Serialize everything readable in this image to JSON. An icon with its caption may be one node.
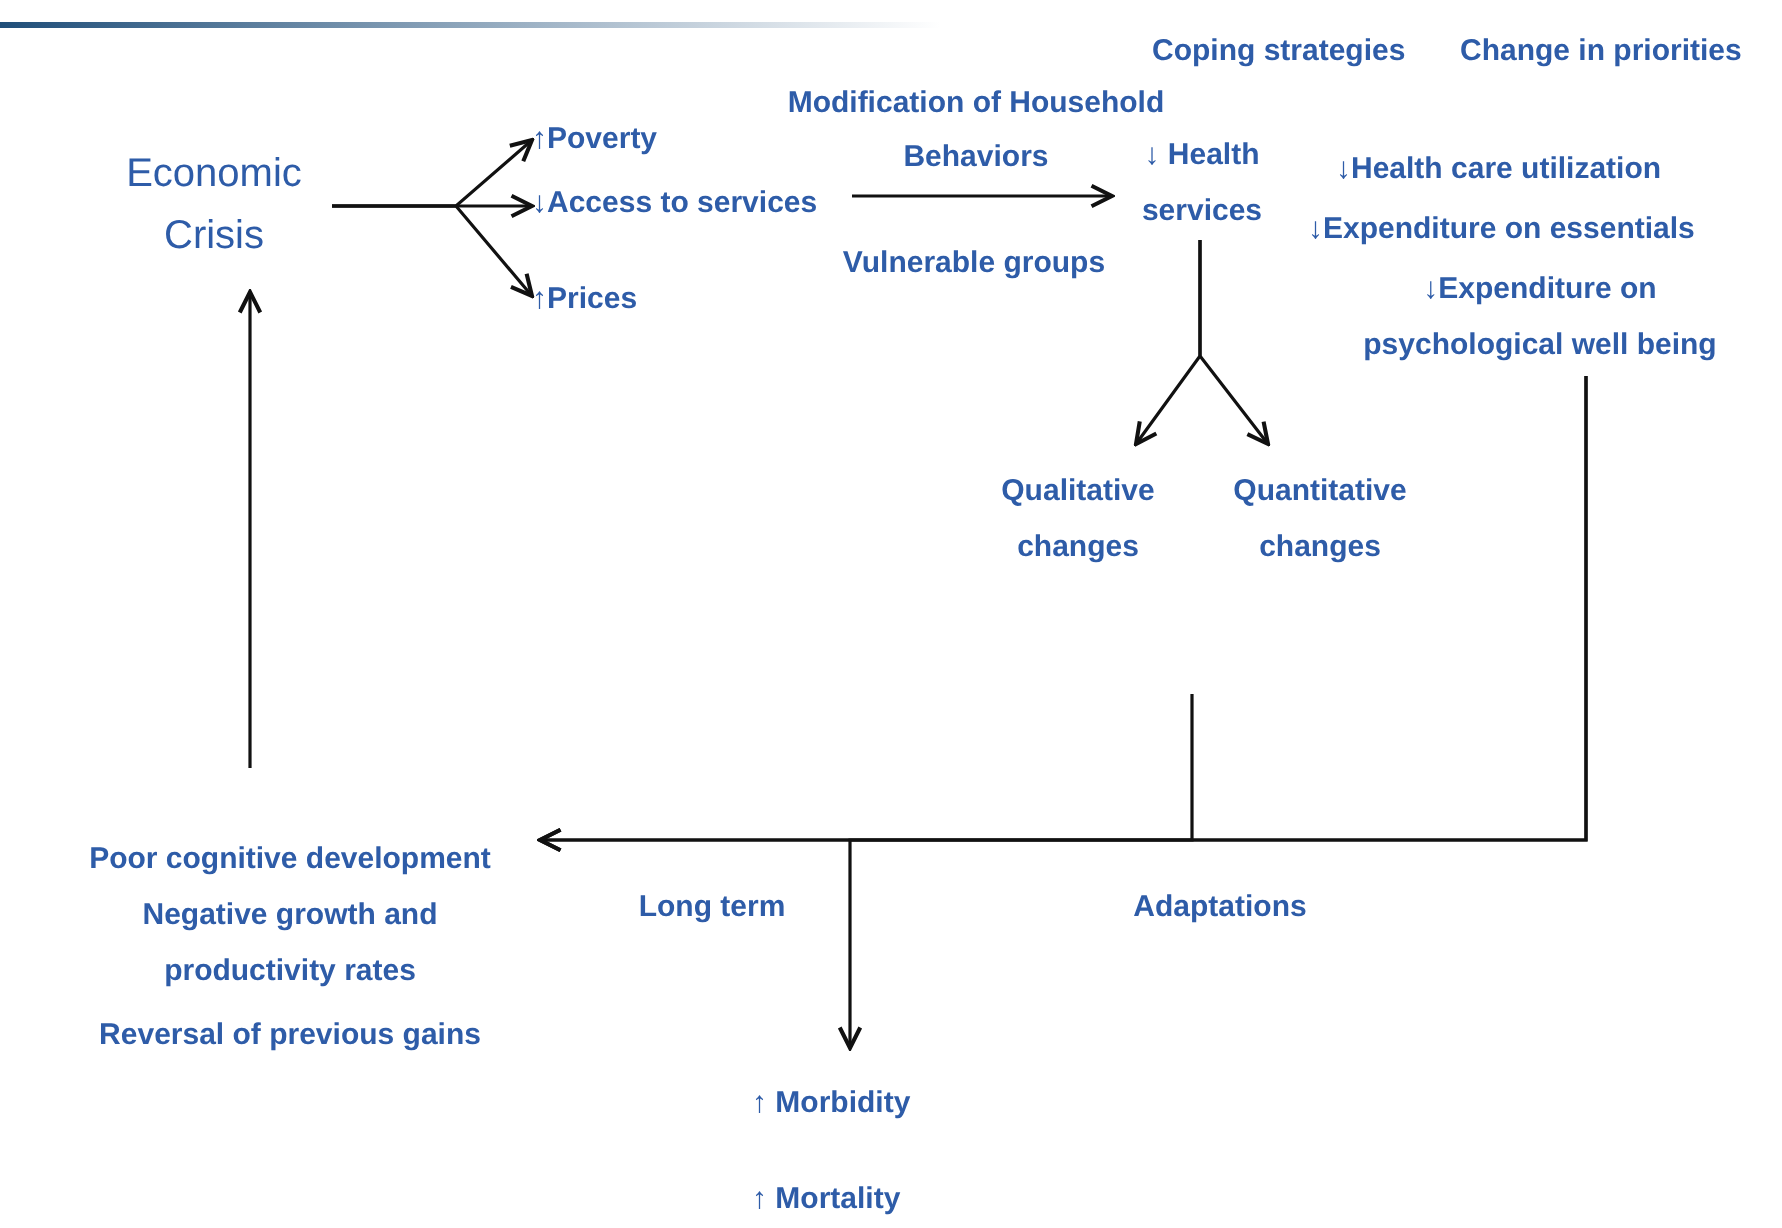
{
  "diagram": {
    "nodes": [
      {
        "text": [
          "Economic Crisis"
        ]
      },
      {
        "text": [
          "↑Poverty"
        ]
      },
      {
        "text": [
          "↓Access to services"
        ]
      },
      {
        "text": [
          "↑Prices"
        ]
      },
      {
        "text": [
          "↓ Health services"
        ]
      },
      {
        "text": [
          "Qualitative changes"
        ]
      },
      {
        "text": [
          "Quantitative changes"
        ]
      },
      {
        "text": [
          "Coping strategies",
          "Change in priorities",
          "↓Health care utilization",
          "↓Expenditure on essentials",
          "↓Expenditure on psychological well being"
        ]
      },
      {
        "text": [
          "Poor cognitive development",
          "Negative growth and productivity rates",
          "Reversal of previous gains"
        ]
      },
      {
        "text": [
          "↑ Morbidity",
          "↑ Mortality"
        ]
      }
    ],
    "edges": [
      {
        "from": 0,
        "to": 1,
        "arrow": "to"
      },
      {
        "from": 0,
        "to": 2,
        "arrow": "to"
      },
      {
        "from": 0,
        "to": 3,
        "arrow": "to"
      },
      {
        "from": 2,
        "to": 4,
        "arrow": "to",
        "label": "Modification of Household Behaviors"
      },
      {
        "from": 4,
        "to": 5,
        "arrow": "to"
      },
      {
        "from": 4,
        "to": 6,
        "arrow": "to"
      },
      {
        "from": 7,
        "to": 8,
        "arrow": "to"
      },
      {
        "from": null,
        "to": 8,
        "arrow": "to"
      },
      {
        "from": 7,
        "to": 9,
        "arrow": "to"
      },
      {
        "from": 8,
        "to": 0,
        "arrow": "to"
      }
    ],
    "labels": [
      "Vulnerable groups",
      "Long term",
      "Adaptations"
    ]
  }
}
